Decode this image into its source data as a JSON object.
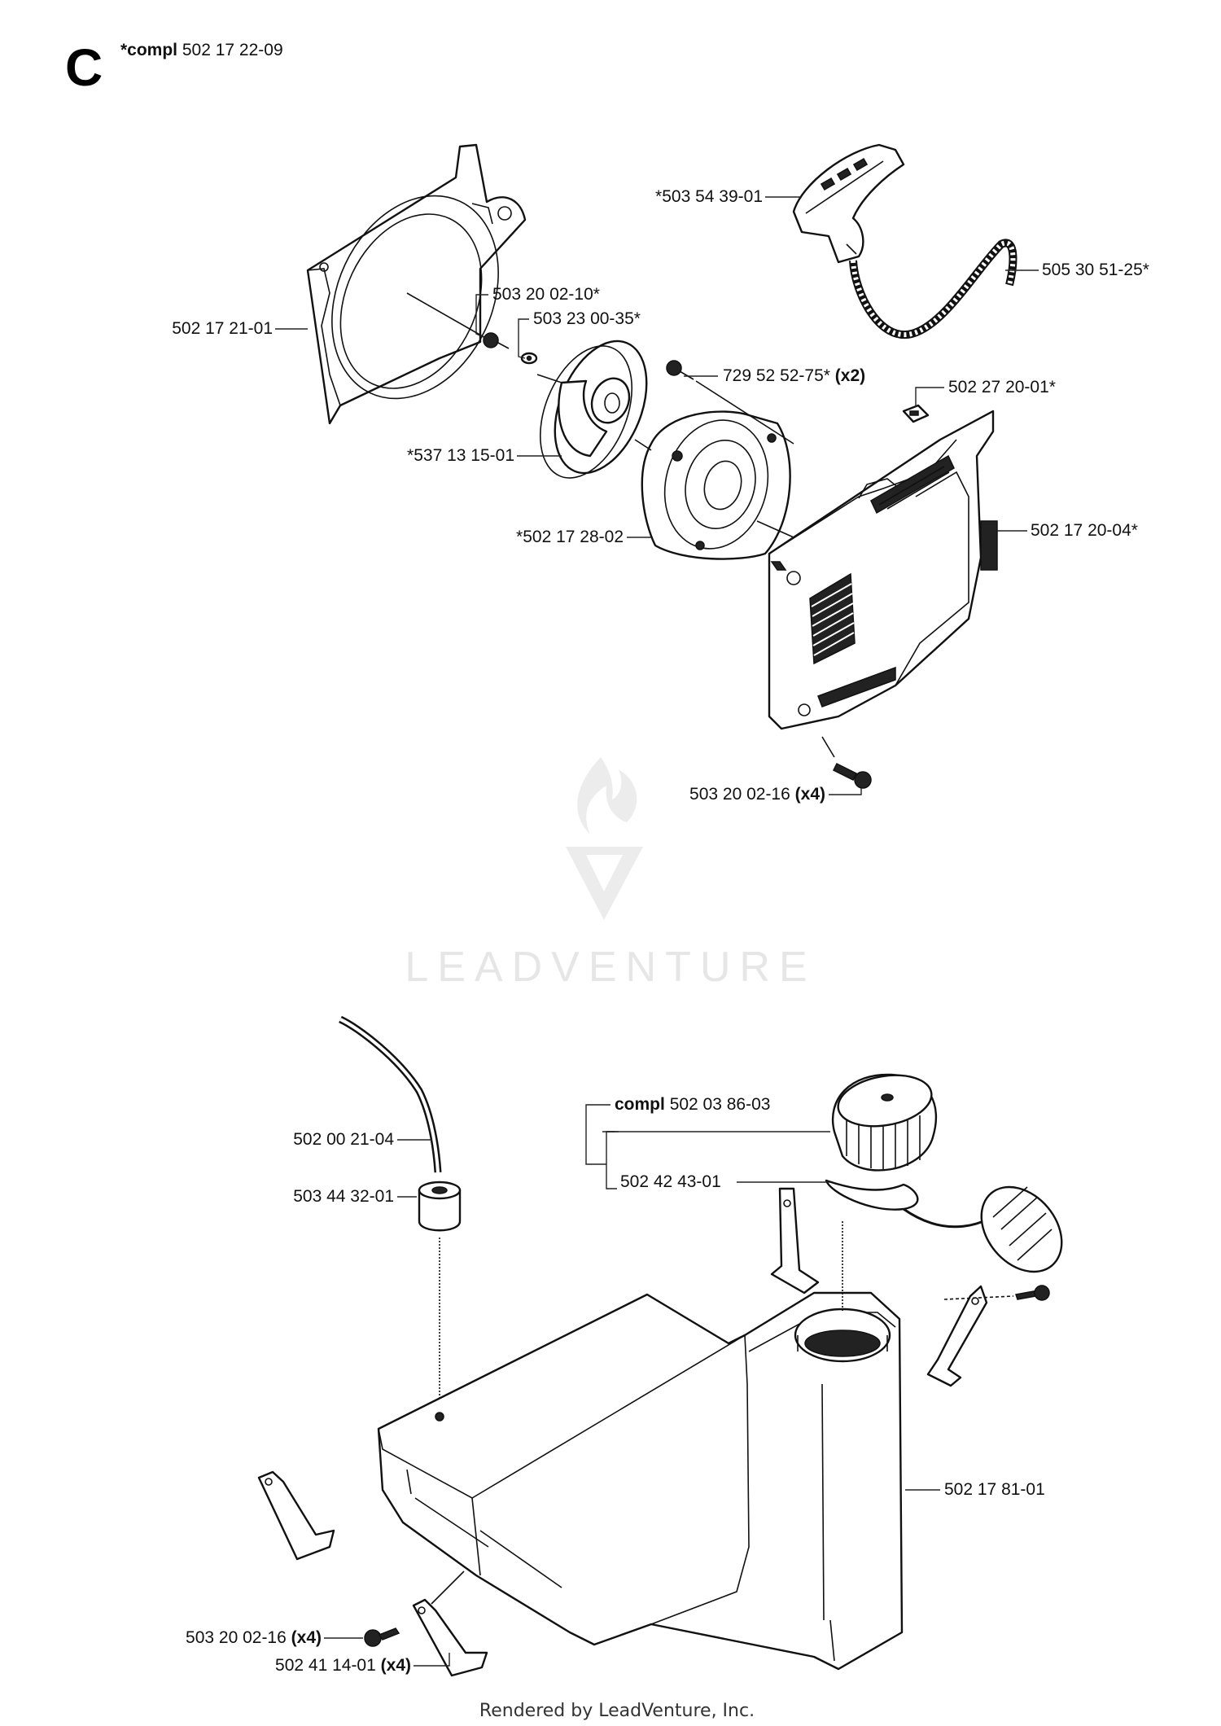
{
  "section": {
    "letter": "C",
    "compl_prefix": "*compl",
    "compl_number": "502 17 22-09"
  },
  "labels": {
    "starter_housing_inner": "502 17 21-01",
    "screw_a": "503 20 02-10*",
    "washer": "503 23 00-35*",
    "pulley": "*537 13 15-01",
    "spring_cassette": "*502 17 28-02",
    "handle": "*503 54 39-01",
    "rope": "505 30 51-25*",
    "screw_b": "729 52 52-75*",
    "screw_b_qty": "(x2)",
    "nut": "502 27 20-01*",
    "starter_cover": "502 17 20-04*",
    "screw_c": "503 20 02-16",
    "screw_c_qty": "(x4)",
    "cap_compl_prefix": "compl",
    "cap_compl_number": "502 03 86-03",
    "fuel_hose": "502 00 21-04",
    "fuel_filter": "503 44 32-01",
    "cap_gasket": "502 42 43-01",
    "fuel_tank": "502 17 81-01",
    "screw_d": "503 20 02-16",
    "screw_d_qty": "(x4)",
    "bracket": "502 41 14-01",
    "bracket_qty": "(x4)"
  },
  "watermark": {
    "text": "LEADVENTURE"
  },
  "footer": {
    "text": "Rendered by LeadVenture, Inc."
  }
}
